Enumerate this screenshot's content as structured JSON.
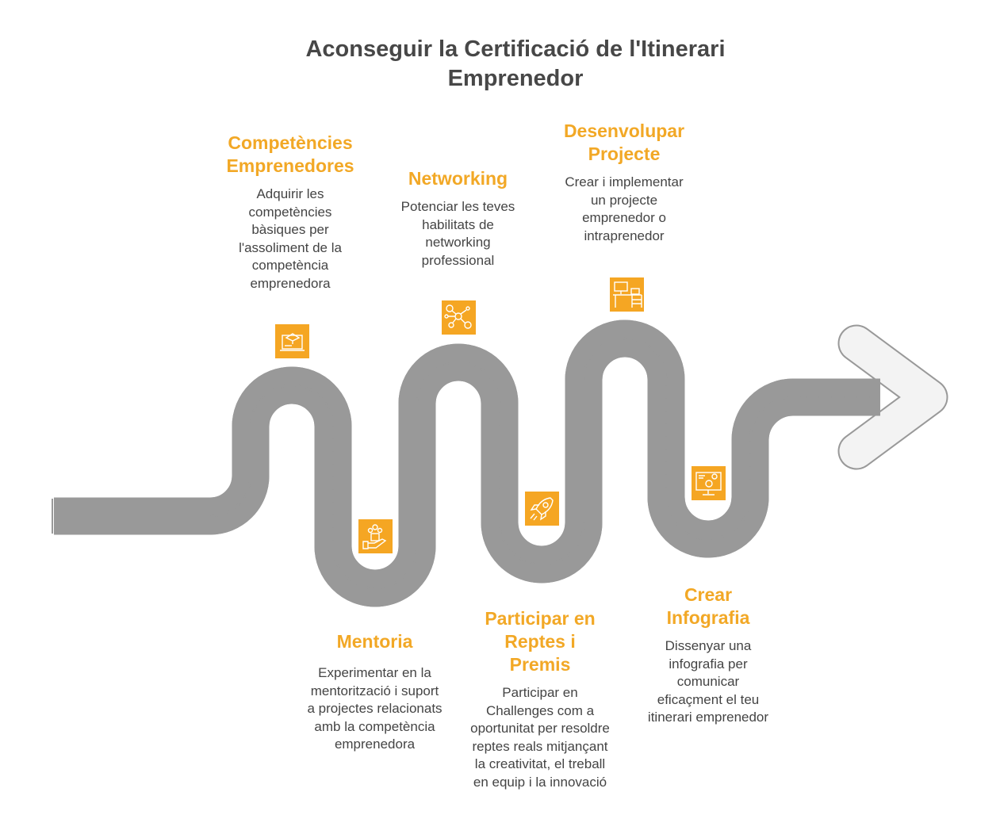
{
  "title": "Aconseguir la Certificació de l'Itinerari Emprenedor",
  "colors": {
    "accent": "#f5a623",
    "road": "#f3f3f3",
    "road_border": "#999999"
  },
  "steps": [
    {
      "title": "Competències Emprenedores",
      "text": "Adquirir les competències bàsiques  per l'assoliment de la competència emprenedora",
      "icon": "laptop-graduation-icon"
    },
    {
      "title": "Mentoria",
      "text": "Experimentar en la mentorització i suport a projectes relacionats amb la competència emprenedora",
      "icon": "mentoring-hand-icon"
    },
    {
      "title": "Networking",
      "text": "Potenciar les teves habilitats de networking professional",
      "icon": "network-icon"
    },
    {
      "title": "Participar en Reptes i Premis",
      "text": "Participar en Challenges com a oportunitat per resoldre reptes reals mitjançant la creativitat, el treball en equip i la innovació",
      "icon": "rocket-icon"
    },
    {
      "title": "Desenvolupar Projecte",
      "text": "Crear i implementar un projecte emprenedor o intraprenedor",
      "icon": "desk-icon"
    },
    {
      "title": "Crear Infografia",
      "text": "Dissenyar una infografia per comunicar eficaçment el teu itinerari emprenedor",
      "icon": "monitor-gear-icon"
    }
  ]
}
